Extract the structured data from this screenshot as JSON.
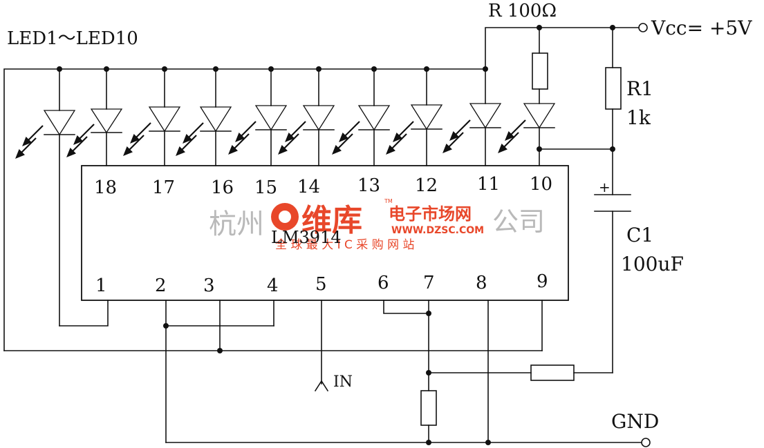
{
  "labels": {
    "led_range": "LED1～LED10",
    "resistor_r": "R 100Ω",
    "vcc": "Vcc= +5V",
    "r1_name": "R1",
    "r1_value": "1k",
    "c1_name": "C1",
    "c1_value": "100uF",
    "c1_plus": "+",
    "input": "IN",
    "ground": "GND",
    "chip": "LM3914"
  },
  "pins_top": [
    "18",
    "17",
    "16",
    "15",
    "14",
    "13",
    "12",
    "11",
    "10"
  ],
  "pins_bottom": [
    "1",
    "2",
    "3",
    "4",
    "5",
    "6",
    "7",
    "8",
    "9"
  ],
  "watermark": {
    "left_text": "杭州",
    "right_text": "公司",
    "brand": "维库",
    "market": "电子市场网",
    "url": "WWW.DZSC.COM",
    "slogan": "全 球 最 大 I C 采 购 网 站",
    "tm": "TM"
  },
  "colors": {
    "ink": "#111111",
    "watermark_red": "#e8472a",
    "watermark_gray": "#b9b9b9"
  }
}
